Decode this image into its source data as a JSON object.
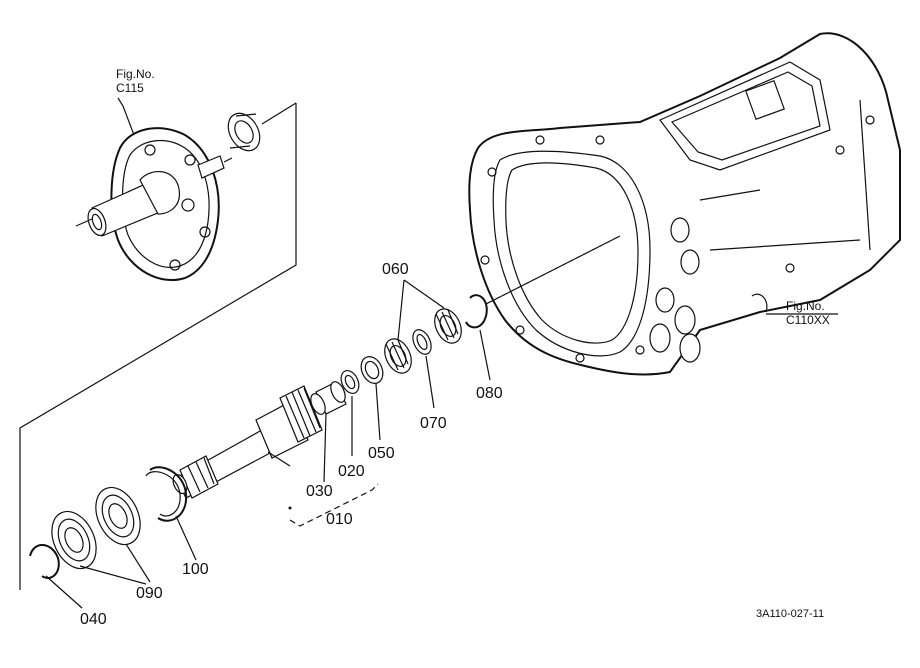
{
  "references": {
    "top": {
      "line1": "Fig.No.",
      "line2": "C115"
    },
    "right": {
      "line1": "Fig.No.",
      "line2": "C110XX"
    }
  },
  "parts": [
    {
      "key": "p010",
      "label": "010"
    },
    {
      "key": "p020",
      "label": "020"
    },
    {
      "key": "p030",
      "label": "030"
    },
    {
      "key": "p040",
      "label": "040"
    },
    {
      "key": "p050",
      "label": "050"
    },
    {
      "key": "p060",
      "label": "060"
    },
    {
      "key": "p070",
      "label": "070"
    },
    {
      "key": "p080",
      "label": "080"
    },
    {
      "key": "p090",
      "label": "090"
    },
    {
      "key": "p100",
      "label": "100"
    }
  ],
  "drawing_code": "3A110-027-11"
}
